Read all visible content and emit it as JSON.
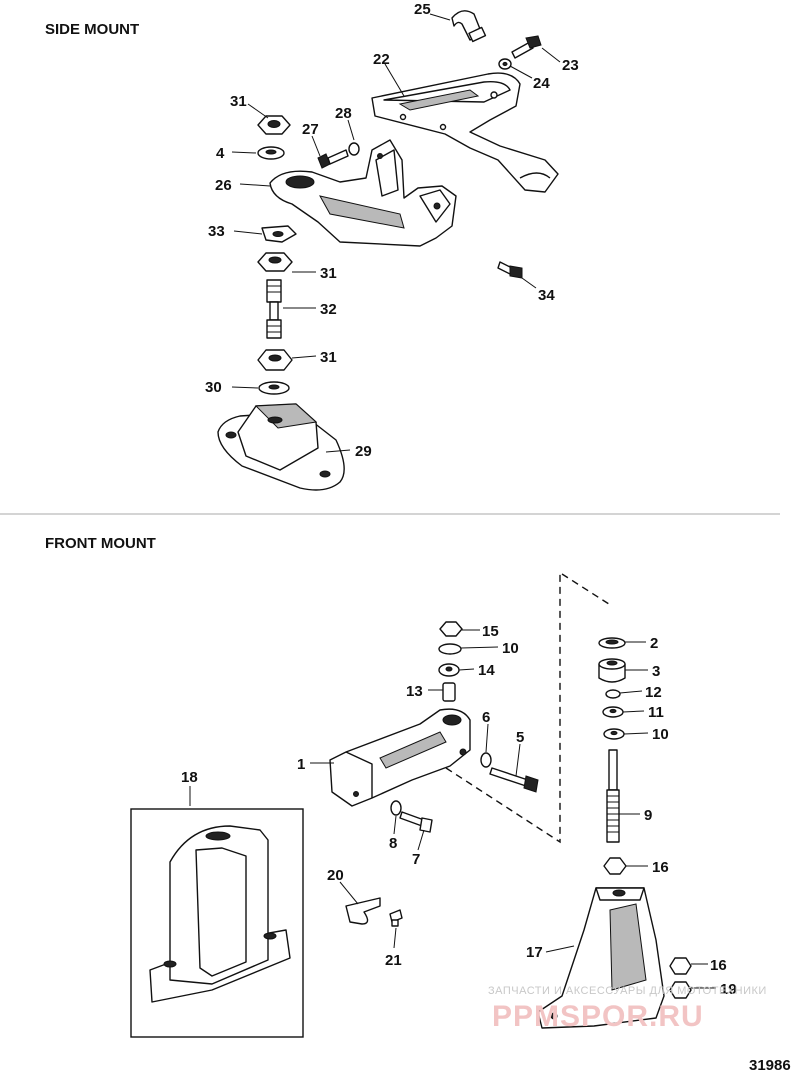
{
  "sections": {
    "side_mount": "SIDE MOUNT",
    "front_mount": "FRONT MOUNT"
  },
  "figure_number": "31986",
  "watermark": {
    "line1": "ЗАПЧАСТИ И АКСЕССУАРЫ ДЛЯ МОТОТЕХНИКИ",
    "line2": "PPMSPOR.RU"
  },
  "callouts": {
    "side": [
      "25",
      "23",
      "22",
      "24",
      "31",
      "28",
      "27",
      "4",
      "26",
      "33",
      "31",
      "34",
      "32",
      "31",
      "30",
      "29"
    ],
    "front": [
      "15",
      "10",
      "14",
      "13",
      "6",
      "5",
      "1",
      "2",
      "3",
      "12",
      "11",
      "10",
      "9",
      "16",
      "8",
      "7",
      "18",
      "20",
      "21",
      "17",
      "16",
      "19"
    ]
  }
}
